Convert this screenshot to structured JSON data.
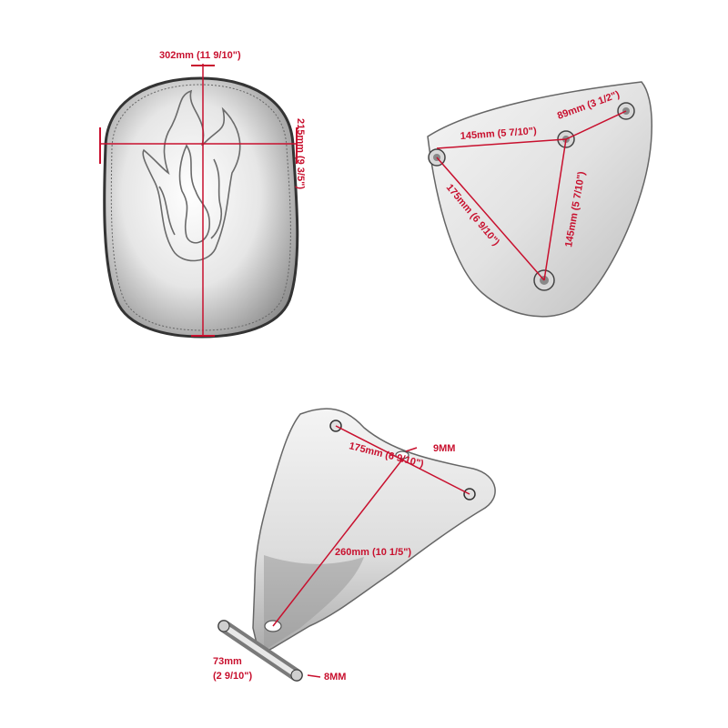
{
  "seat": {
    "width_label": "302mm (11 9/10\")",
    "length_label": "215mm (9 3/5\")"
  },
  "base_plate": {
    "edge_label": "145mm (5 7/10\")",
    "short_edge_label": "89mm (3 1/2\")",
    "diagonal_label": "175mm (6 9/10\")",
    "vertical_label": "145mm (5 7/10\")"
  },
  "spring_bracket": {
    "top_span_label": "175mm (6 9/10\")",
    "top_hole_label": "9MM",
    "length_label": "260mm (10 1/5\")",
    "bottom_width_line1": "73mm",
    "bottom_width_line2": "(2 9/10\")",
    "bottom_hole_label": "8MM"
  },
  "colors": {
    "dimension_red": "#c8102e",
    "metal_light": "#f2f2f2",
    "metal_shade": "#9a9a9a",
    "outline": "#555555"
  }
}
